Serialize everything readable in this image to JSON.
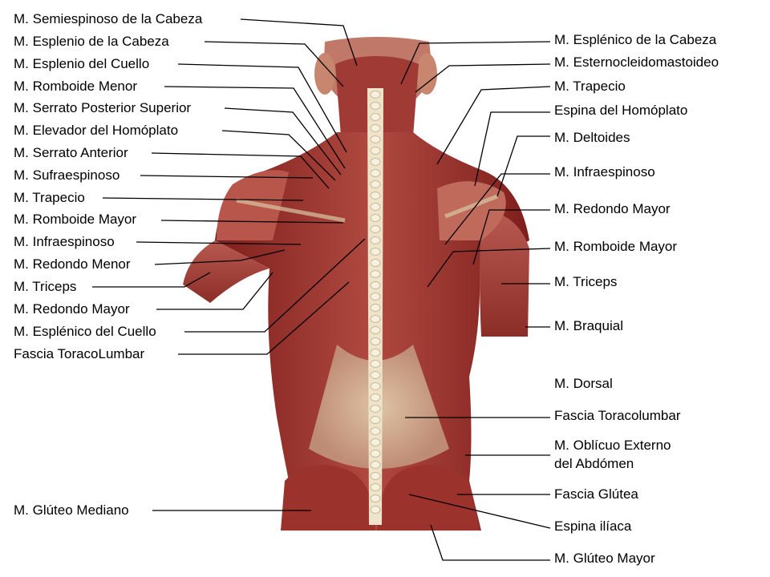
{
  "colors": {
    "muscle_dark": "#7e1e1c",
    "muscle_mid": "#a8443c",
    "muscle_light": "#c4766c",
    "fascia": "#d8c8a4",
    "spine": "#eee4cc",
    "bone": "#e8dcc0",
    "line": "#000000"
  },
  "left_labels": [
    {
      "id": "l01",
      "text": "M. Semiespinoso de la Cabeza"
    },
    {
      "id": "l02",
      "text": "M. Esplenio de la Cabeza"
    },
    {
      "id": "l03",
      "text": "M. Esplenio del Cuello"
    },
    {
      "id": "l04",
      "text": "M. Romboide Menor"
    },
    {
      "id": "l05",
      "text": "M. Serrato Posterior Superior"
    },
    {
      "id": "l06",
      "text": "M. Elevador del Homóplato"
    },
    {
      "id": "l07",
      "text": "M. Serrato Anterior"
    },
    {
      "id": "l08",
      "text": "M. Sufraespinoso"
    },
    {
      "id": "l09",
      "text": "M. Trapecio"
    },
    {
      "id": "l10",
      "text": "M. Romboide Mayor"
    },
    {
      "id": "l11",
      "text": "M. Infraespinoso"
    },
    {
      "id": "l12",
      "text": "M. Redondo Menor"
    },
    {
      "id": "l13",
      "text": "M. Triceps"
    },
    {
      "id": "l14",
      "text": "M. Redondo Mayor"
    },
    {
      "id": "l15",
      "text": "M. Esplénico del Cuello"
    },
    {
      "id": "l16",
      "text": "Fascia ToracoLumbar"
    },
    {
      "id": "l17",
      "text": "M. Glúteo Mediano"
    }
  ],
  "right_labels": [
    {
      "id": "r01",
      "text": "M. Esplénico de la Cabeza"
    },
    {
      "id": "r02",
      "text": "M. Esternocleidomastoideo"
    },
    {
      "id": "r03",
      "text": "M. Trapecio"
    },
    {
      "id": "r04",
      "text": "Espina del Homóplato"
    },
    {
      "id": "r05",
      "text": "M. Deltoides"
    },
    {
      "id": "r06",
      "text": "M. Infraespinoso"
    },
    {
      "id": "r07",
      "text": "M. Redondo Mayor"
    },
    {
      "id": "r08",
      "text": "M. Romboide Mayor"
    },
    {
      "id": "r09",
      "text": "M. Triceps"
    },
    {
      "id": "r10",
      "text": "M. Braquial"
    },
    {
      "id": "r11",
      "text": "M. Dorsal"
    },
    {
      "id": "r12",
      "text": "Fascia Toracolumbar"
    },
    {
      "id": "r13",
      "text": "M. Oblícuo Externo"
    },
    {
      "id": "r13b",
      "text": "del Abdómen"
    },
    {
      "id": "r14",
      "text": "Fascia Glútea"
    },
    {
      "id": "r15",
      "text": "Espina ilíaca"
    },
    {
      "id": "r16",
      "text": "M. Glúteo Mayor"
    }
  ]
}
